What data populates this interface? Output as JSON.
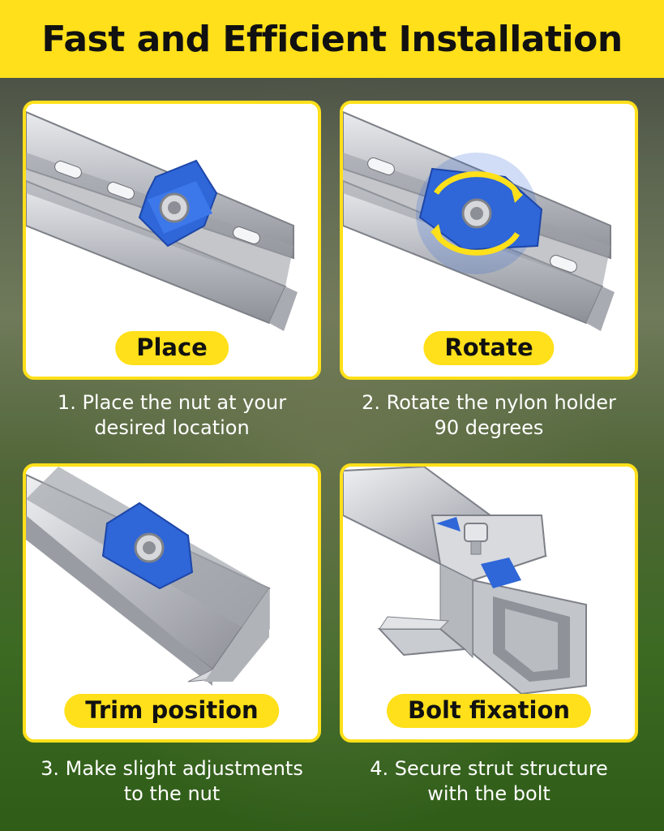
{
  "header": {
    "title": "Fast and Efficient Installation"
  },
  "steps": [
    {
      "label": "Place",
      "caption_line1": "1. Place the nut at your",
      "caption_line2": "desired location",
      "icon": "strut-channel-nut-place"
    },
    {
      "label": "Rotate",
      "caption_line1": "2. Rotate the nylon holder",
      "caption_line2": "90 degrees",
      "icon": "strut-channel-nut-rotate"
    },
    {
      "label": "Trim position",
      "caption_line1": "3. Make slight adjustments",
      "caption_line2": "to the nut",
      "icon": "strut-channel-nut-trim"
    },
    {
      "label": "Bolt fixation",
      "caption_line1": "4. Secure strut structure",
      "caption_line2": "with the bolt",
      "icon": "strut-channel-bolt-bracket"
    }
  ],
  "colors": {
    "accent": "#ffe01a",
    "nylon_holder": "#2f66d8",
    "steel": "#c4c7cc"
  }
}
